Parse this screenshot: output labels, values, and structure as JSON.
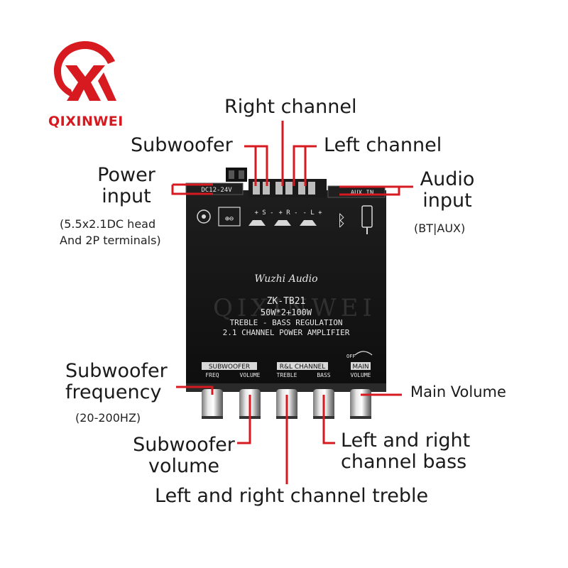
{
  "brand": {
    "name": "QIXINWEI",
    "watermark": "QIXINWEI",
    "color": "#d71920"
  },
  "callouts": {
    "right_channel": "Right channel",
    "subwoofer": "Subwoofer",
    "left_channel": "Left channel",
    "power_input_1": "Power",
    "power_input_2": "input",
    "power_input_note_1": "(5.5x2.1DC head",
    "power_input_note_2": "And 2P terminals)",
    "audio_input_1": "Audio",
    "audio_input_2": "input",
    "audio_input_note": "(BT|AUX)",
    "sub_freq_1": "Subwoofer",
    "sub_freq_2": "frequency",
    "sub_freq_note": "(20-200HZ)",
    "main_volume": "Main Volume",
    "sub_volume_1": "Subwoofer",
    "sub_volume_2": "volume",
    "lr_bass_1": "Left and right",
    "lr_bass_2": "channel bass",
    "lr_treble": "Left and right channel treble"
  },
  "board": {
    "dc_label": "DC12-24V",
    "aux_label": "AUX IN",
    "brand_script": "Wuzhi Audio",
    "model": "ZK-TB21",
    "power_rating": "50W*2+100W",
    "regulation": "TREBLE - BASS REGULATION",
    "description": "2.1 CHANNEL POWER AMPLIFIER",
    "group_subwoofer": "SUBWOOFER",
    "group_rl": "R&L CHANNEL",
    "group_main": "MAIN",
    "knob_freq": "FREQ",
    "knob_sub_volume": "VOLUME",
    "knob_treble": "TREBLE",
    "knob_bass": "BASS",
    "knob_main_volume": "VOLUME",
    "off_label": "OFF",
    "term_sub": "+ S -",
    "term_right": "+ R -",
    "term_left": "- L +"
  },
  "colors": {
    "accent": "#d71920",
    "board": "#141414",
    "board_text": "#e8e8e8"
  }
}
